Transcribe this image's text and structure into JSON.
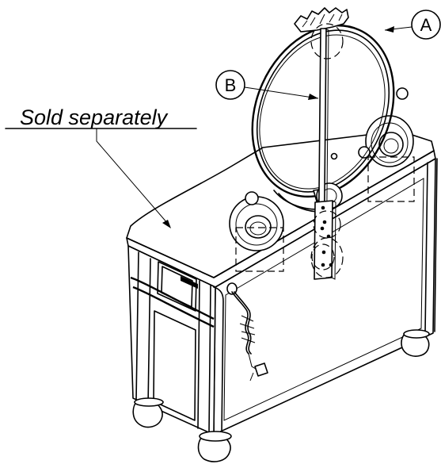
{
  "labels": {
    "callout_a": "A",
    "callout_b": "B",
    "caption": "Sold separately"
  },
  "parts": {
    "a": "mirror-frame-icon",
    "b": "mirror-support-bracket-icon"
  }
}
